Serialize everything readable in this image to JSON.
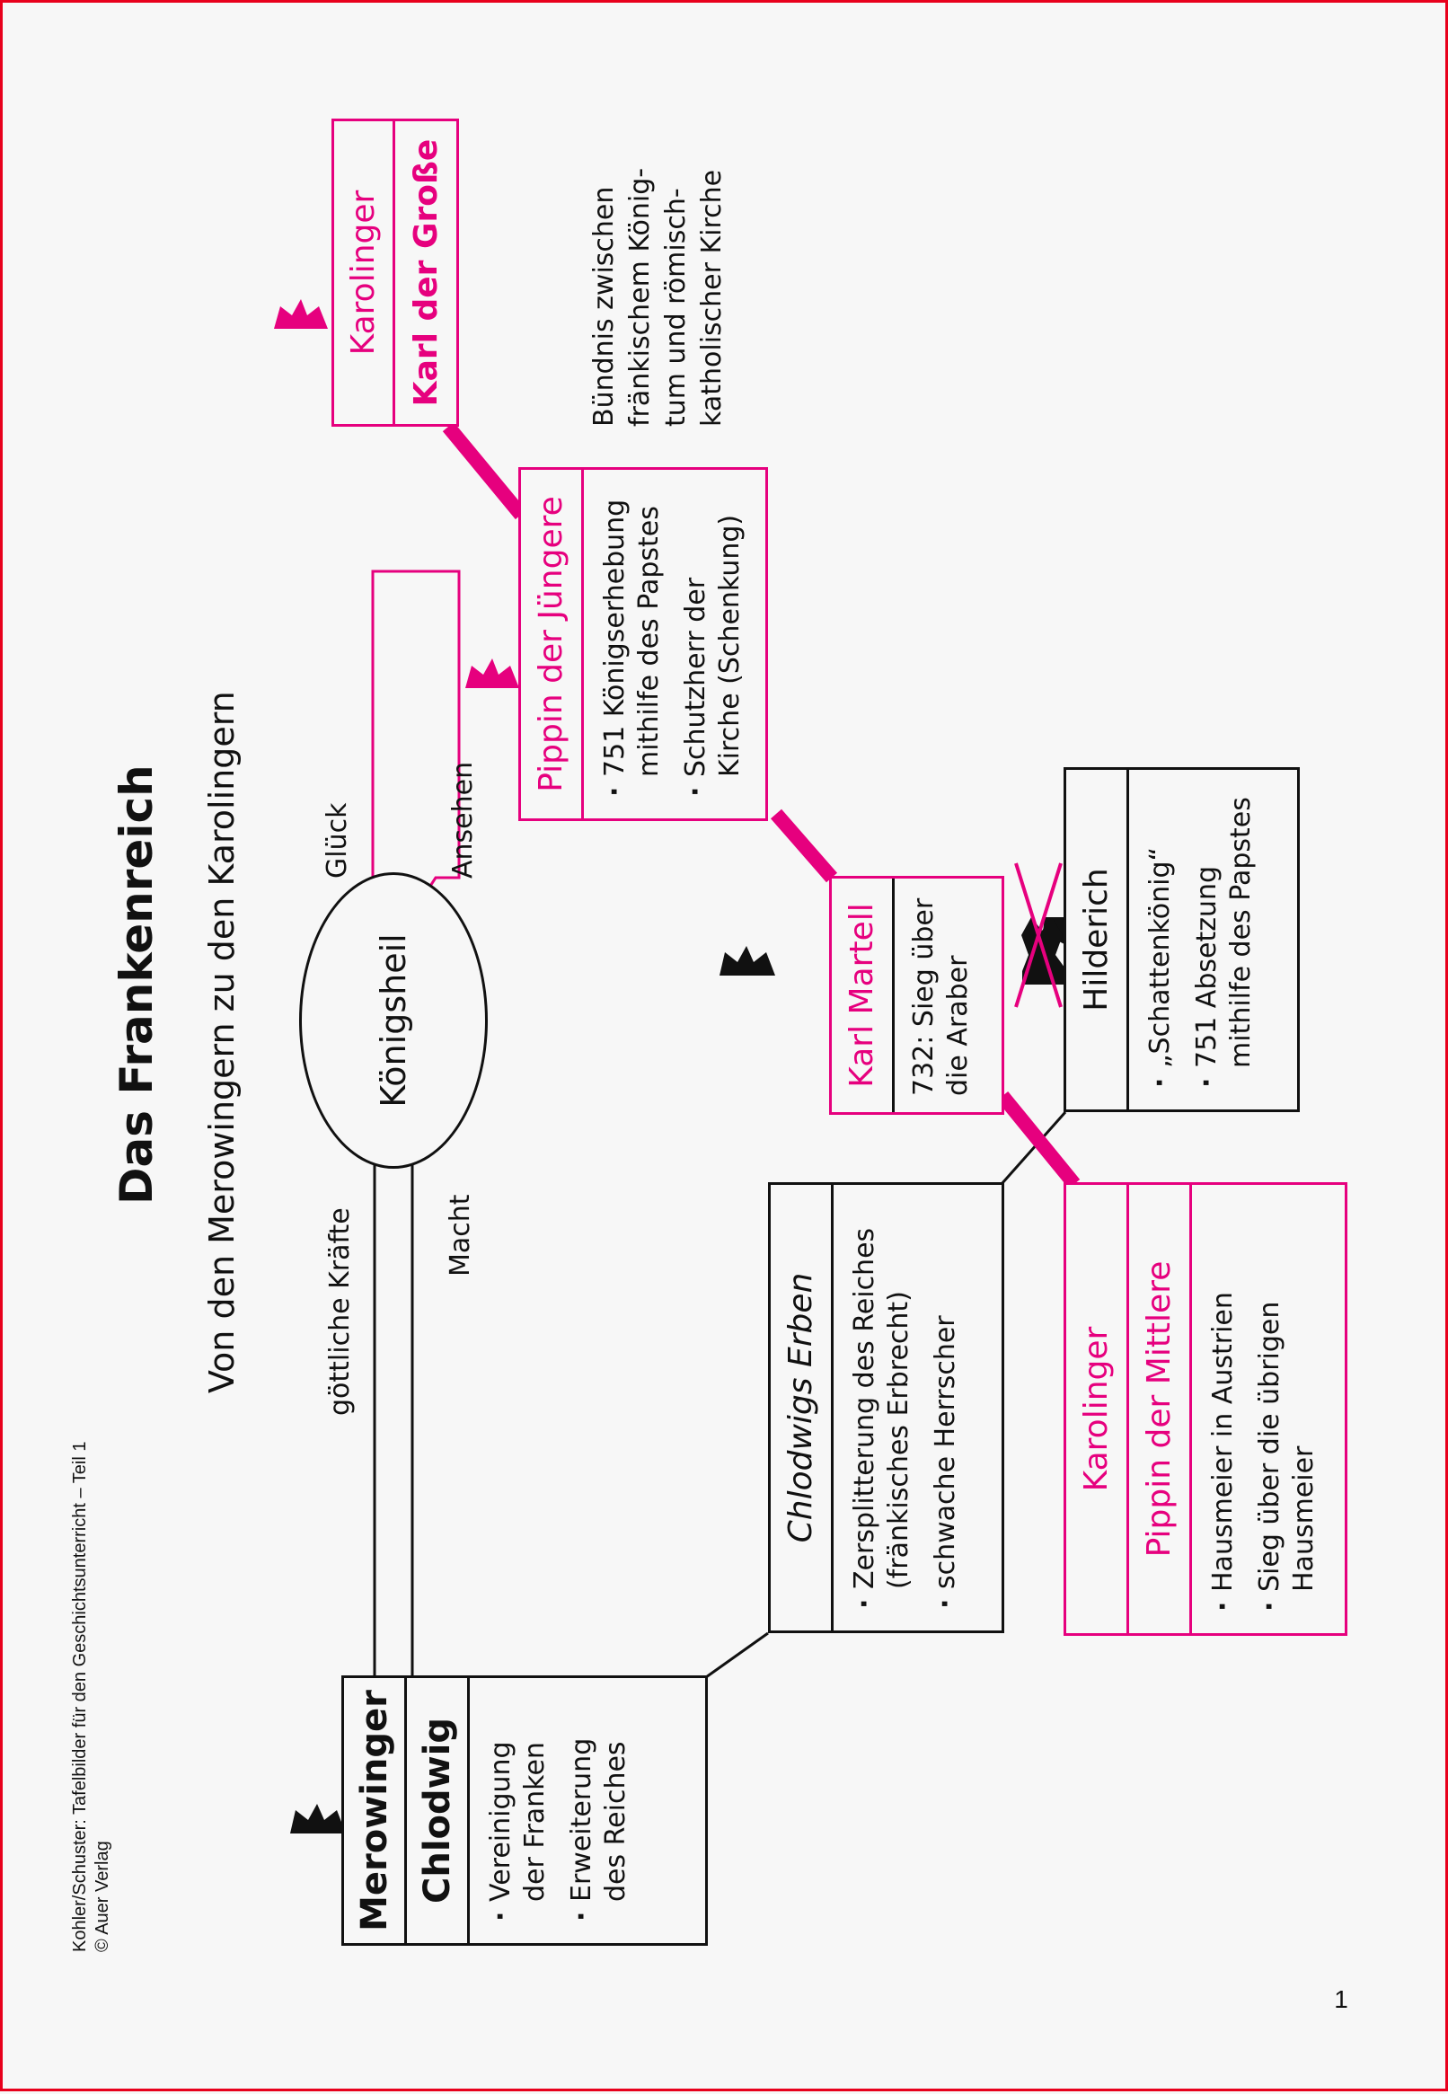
{
  "title": "Das Frankenreich",
  "subtitle": "Von den Merowingern zu den Karolingern",
  "center": {
    "ellipse_label": "Königsheil",
    "left_top_label": "göttliche Kräfte",
    "left_bottom_label": "Macht",
    "right_top_label": "Glück",
    "right_bottom_label": "Ansehen"
  },
  "merowinger": {
    "dynasty": "Merowinger",
    "ruler": "Chlodwig",
    "points": [
      "Vereinigung der Franken",
      "Erweiterung des Reiches"
    ]
  },
  "erben": {
    "heading": "Chlodwigs Erben",
    "points": [
      "Zersplitterung des Reiches (fränkisches Erbrecht)",
      "schwache Herrscher"
    ]
  },
  "hilderich": {
    "heading": "Hilderich",
    "points": [
      "„Schattenkönig“",
      "751 Absetzung mithilfe des Papstes"
    ]
  },
  "pippin_mittlere": {
    "dynasty": "Karolinger",
    "ruler": "Pippin der Mittlere",
    "points": [
      "Hausmeier in Austrien",
      "Sieg über die übrigen Hausmeier"
    ]
  },
  "karl_martell": {
    "heading": "Karl Martell",
    "text": "732: Sieg über die Araber"
  },
  "pippin_juengere": {
    "heading": "Pippin der Jüngere",
    "points": [
      "751 Königserhebung mithilfe des Papstes",
      "Schutzherr der Kirche (Schenkung)"
    ]
  },
  "karolinger": {
    "dynasty": "Karolinger",
    "ruler": "Karl der Große"
  },
  "note": "Bündnis zwischen\nfränkischem König-\ntum und römisch-\nkatholischer Kirche",
  "footer": {
    "source": "Kohler/Schuster: Tafelbilder für den Geschichtsunterricht – Teil 1\n© Auer Verlag",
    "page_number": "1"
  },
  "colors": {
    "accent": "#e6007e",
    "ink": "#111111",
    "frame": "#e8001c"
  },
  "icons": {
    "crown": "crown-icon",
    "crossed_crown": "crossed-crown-icon"
  }
}
